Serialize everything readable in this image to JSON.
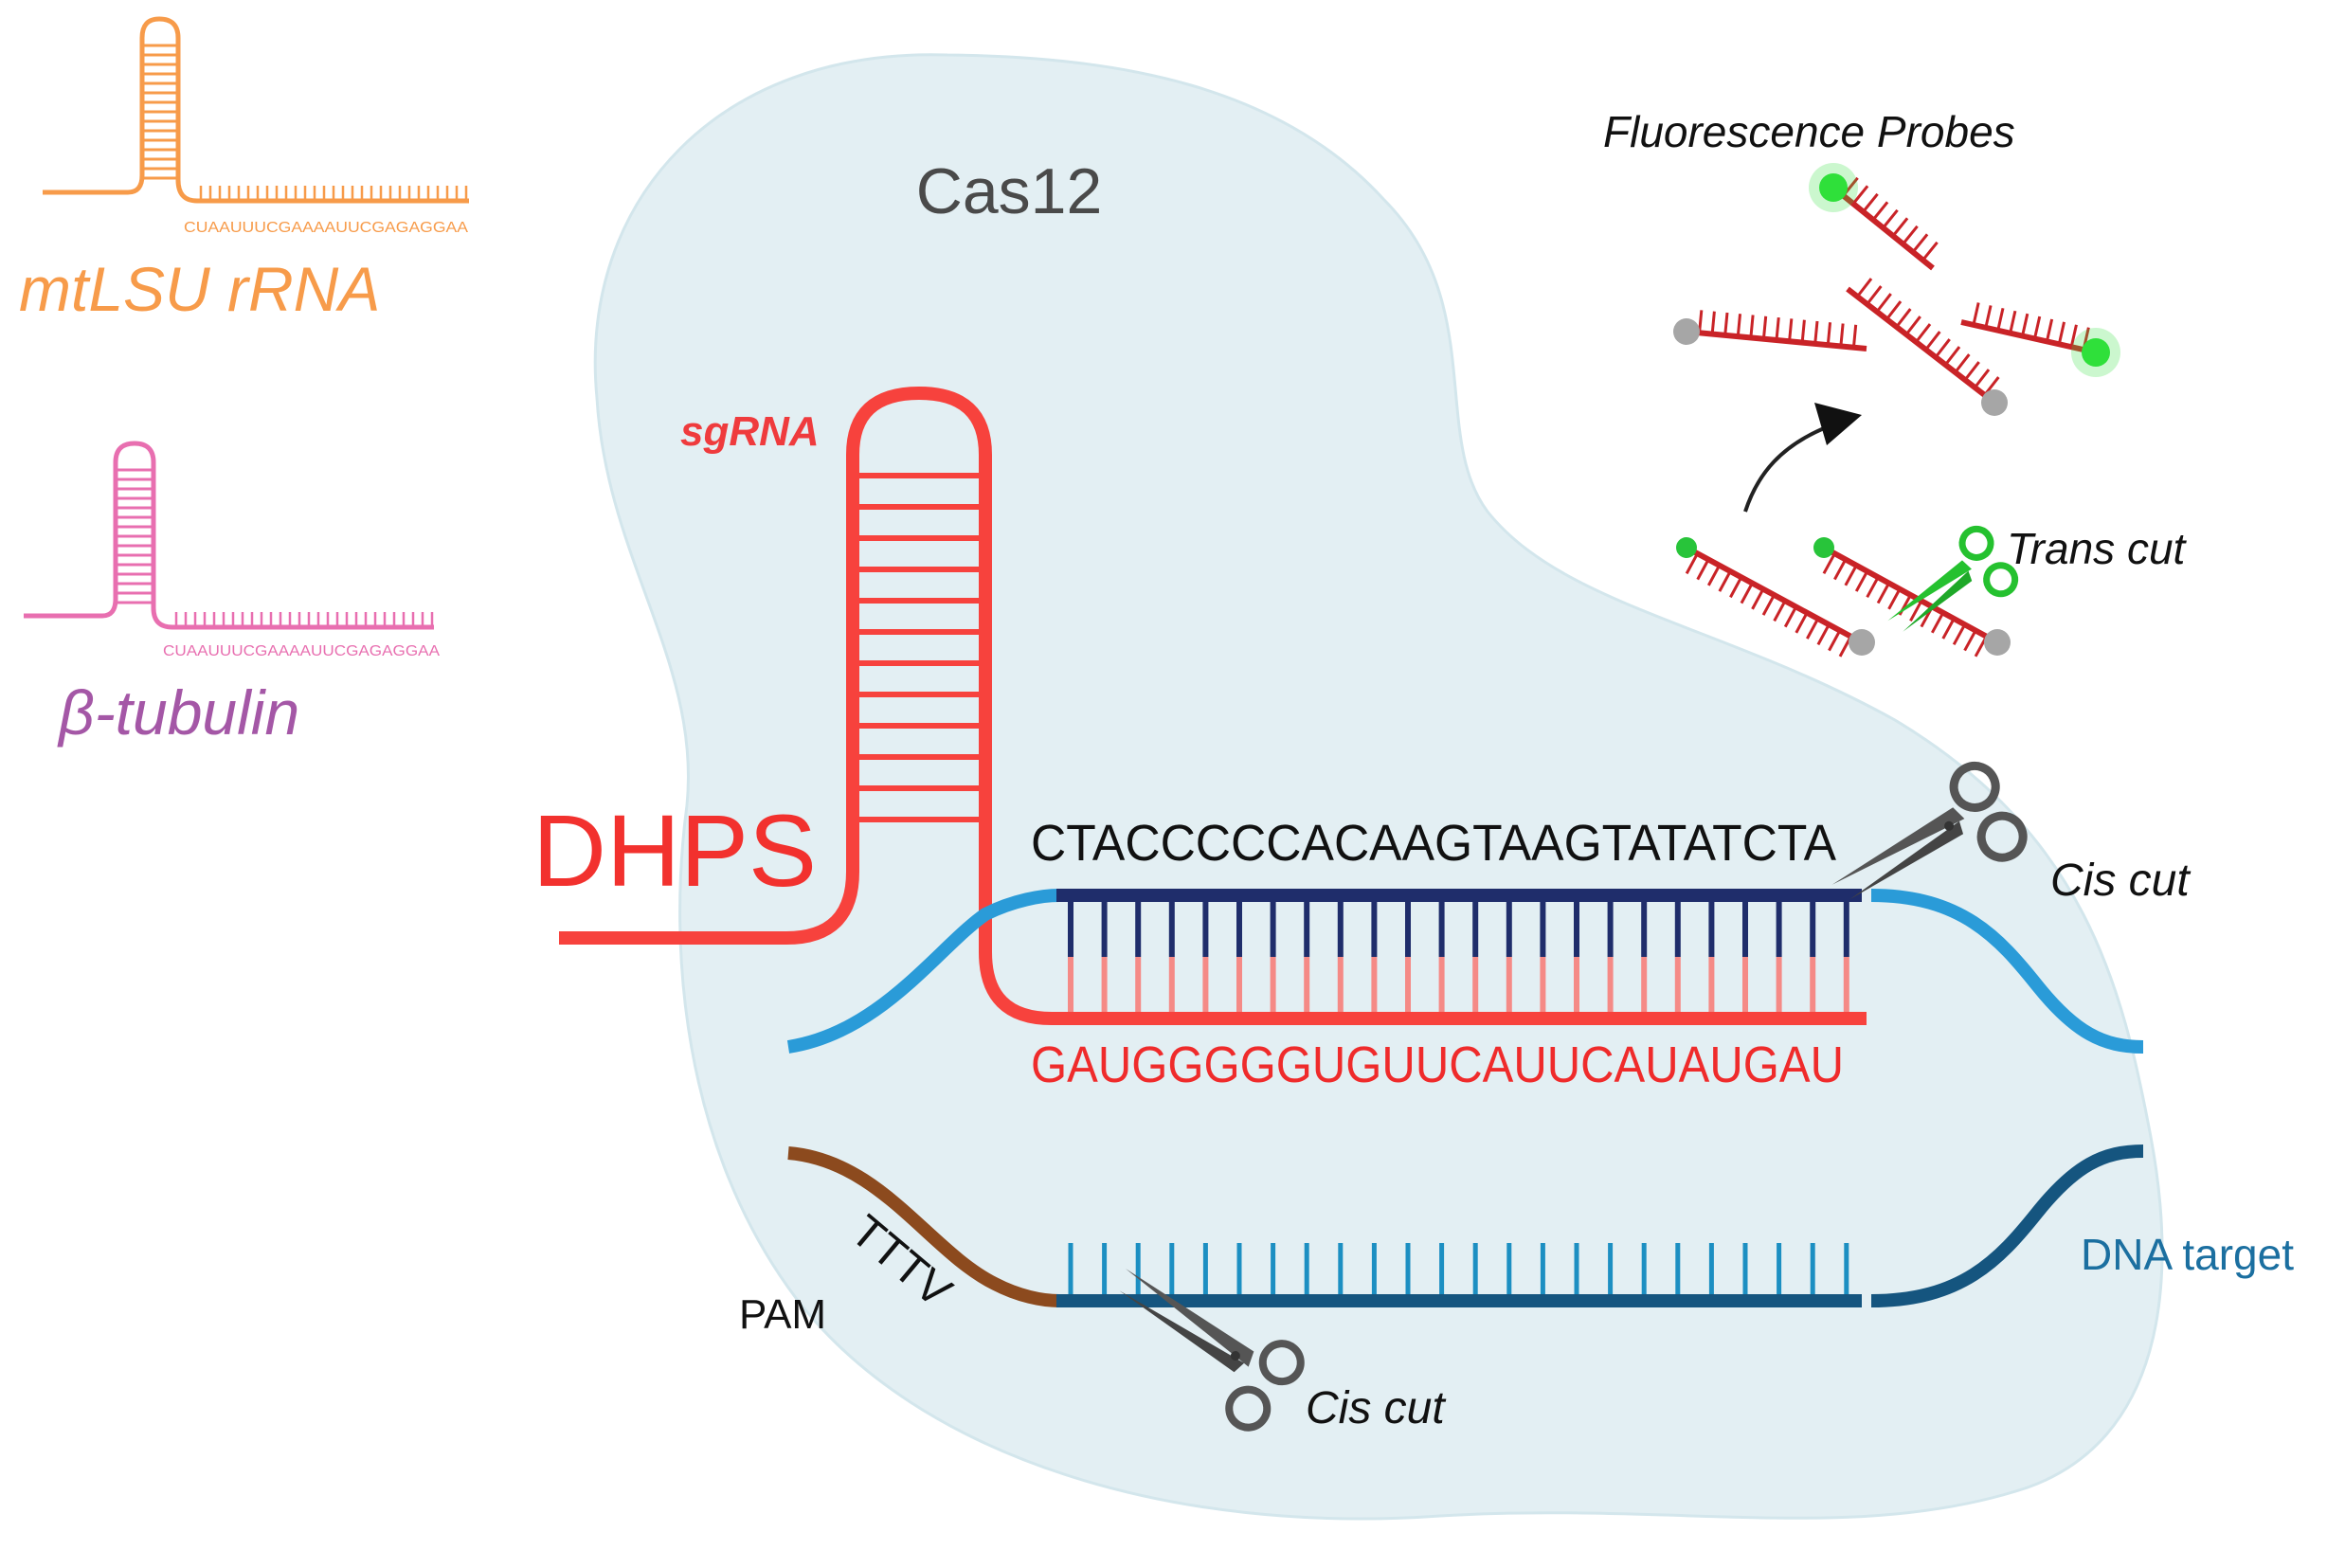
{
  "labels": {
    "cas12": "Cas12",
    "sgrna": "sgRNA",
    "dhps": "DHPS",
    "target_top_seq": "CTACCCCCACAAGTAAGTATATCTA",
    "sgrna_seq": "GAUGGGGGUGUUCAUUCAUAUGAU",
    "pam": "PAM",
    "tttv": "TTTV",
    "dna_target": "DNA target",
    "cis_cut_top": "Cis cut",
    "cis_cut_bottom": "Cis cut",
    "trans_cut": "Trans cut",
    "fluorescence_probes": "Fluorescence Probes"
  },
  "alternatives": [
    {
      "name": "mtLSU rRNA",
      "seq": "CUAAUUUCGAAAAUUCGAGAGGAA",
      "color": "#f79b4a"
    },
    {
      "name": "β-tubulin",
      "seq": "CUAAUUUCGAAAAUUCGAGAGGAA",
      "color": "#e86fb0"
    }
  ],
  "colors": {
    "cas12_blob": "#e3eff3",
    "cas12_blob_edge": "#cfe3ea",
    "sgrna": "#f7423d",
    "sgrna_label": "#ef3b3d",
    "target_strand": "#1f2d6b",
    "target_flank": "#2a9bd8",
    "nontarget_strand": "#15557f",
    "pam_strand": "#8c4a1e",
    "dna_target_label": "#1b6fa0",
    "probe": "#c92327",
    "fluor": "#2fe03a",
    "quencher": "#a6a6a6",
    "scissors_gray": "#555555",
    "scissors_green": "#25c12f",
    "beta_label": "#a457a6"
  }
}
